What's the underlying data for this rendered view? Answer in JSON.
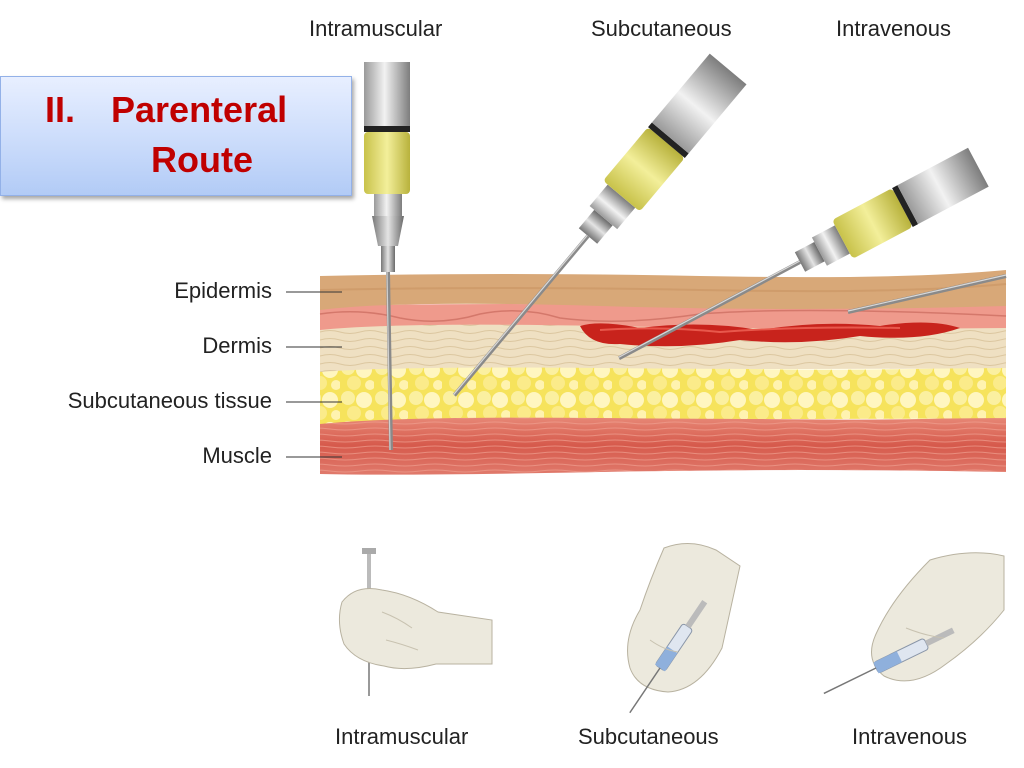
{
  "title": {
    "numeral": "II.",
    "line1": "Parenteral",
    "line2": "Route"
  },
  "top_labels": [
    "Intramuscular",
    "Subcutaneous",
    "Intravenous"
  ],
  "bottom_labels": [
    "Intramuscular",
    "Subcutaneous",
    "Intravenous"
  ],
  "layers": [
    "Epidermis",
    "Dermis",
    "Subcutaneous tissue",
    "Muscle"
  ],
  "colors": {
    "title_text": "#c00000",
    "epidermis": "#d8a878",
    "dermis": "#efe0c2",
    "fat": "#f7e56e",
    "muscle": "#d2564a",
    "vein": "#c8231c",
    "syringe_fluid": "#e6e07a",
    "glove": "#ece9dd"
  }
}
